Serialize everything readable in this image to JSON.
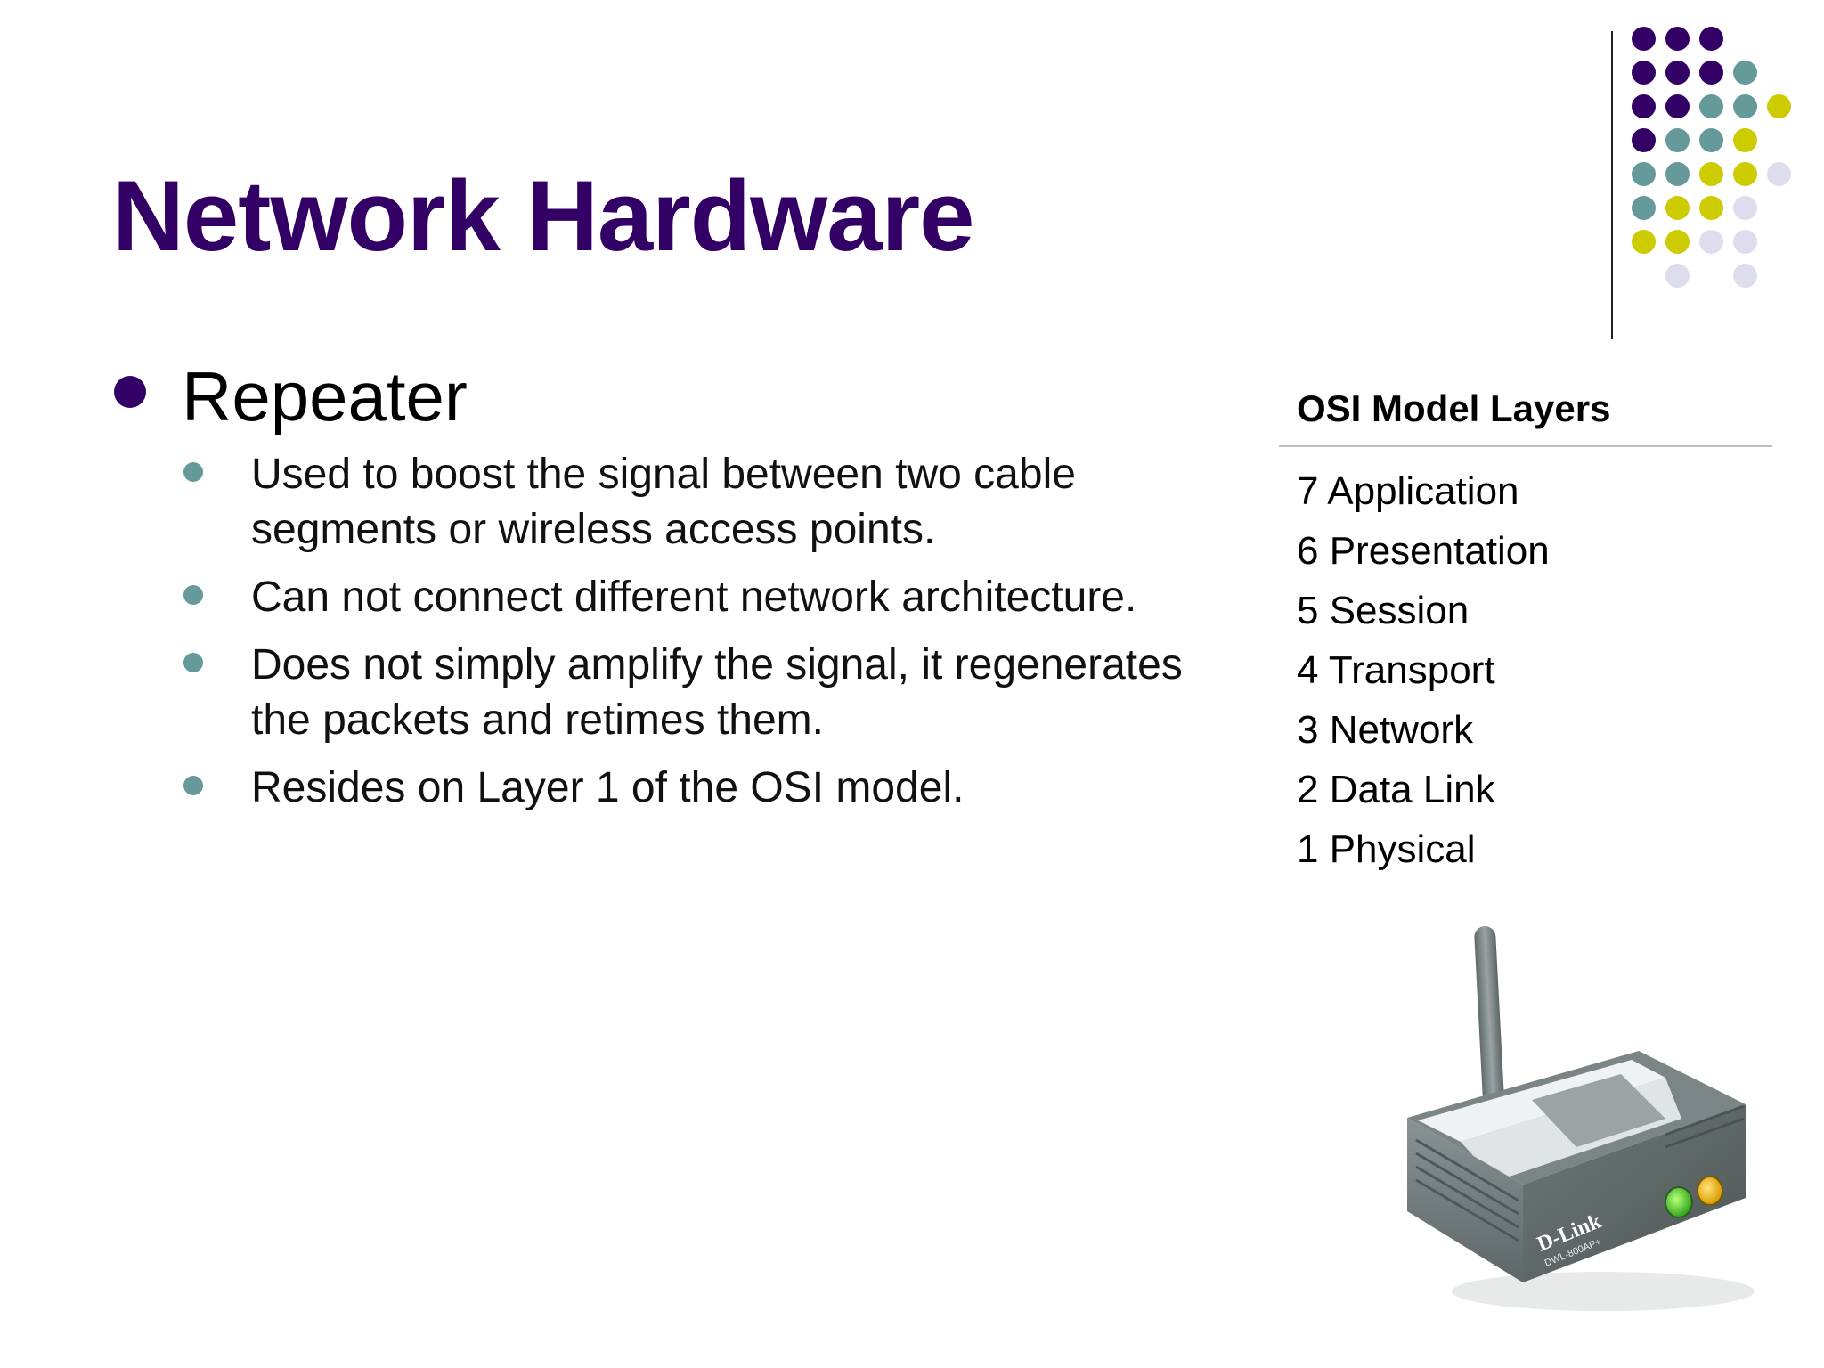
{
  "slide": {
    "title": "Network Hardware",
    "colors": {
      "title": "#330066",
      "purple": "#330066",
      "teal": "#669999",
      "olive": "#cccc00",
      "lavender": "#ddddee"
    }
  },
  "main": {
    "heading": "Repeater",
    "bullets": [
      "Used to boost the signal between two cable segments or wireless access points.",
      "Can not connect different network architecture.",
      "Does not simply amplify the signal, it regenerates the packets and retimes them.",
      "Resides on Layer 1 of the OSI model."
    ]
  },
  "osi": {
    "heading": "OSI Model Layers",
    "layers": [
      "7 Application",
      "6 Presentation",
      "5 Session",
      "4 Transport",
      "3 Network",
      "2 Data Link",
      "1 Physical"
    ]
  },
  "device": {
    "brand": "D-Link",
    "model": "DWL-800AP+",
    "icon": "wireless-repeater-image"
  }
}
